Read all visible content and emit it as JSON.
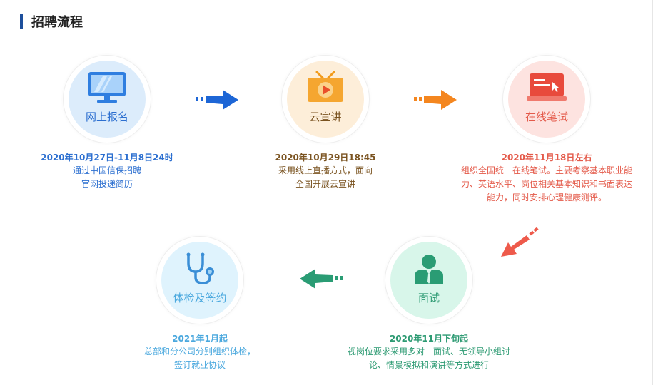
{
  "header": {
    "title": "招聘流程"
  },
  "steps": [
    {
      "label": "网上报名",
      "date": "2020年10月27日-11月8日24时",
      "desc": [
        "通过中国信保招聘",
        "官网投递简历"
      ],
      "color": "#2c6fd0",
      "bg": "#dcecfb"
    },
    {
      "label": "云宣讲",
      "date": "2020年10月29日18:45",
      "desc": [
        "采用线上直播方式，面向",
        "全国开展云宣讲"
      ],
      "color": "#7a5320",
      "bg": "#fdeed9"
    },
    {
      "label": "在线笔试",
      "date": "2020年11月18日左右",
      "desc": [
        "组织全国统一在线笔试。主要考察基本职业能",
        "力、英语水平、岗位相关基本知识和书面表达",
        "能力，同时安排心理健康测评。"
      ],
      "color": "#e45a4a",
      "bg": "#fde3e0"
    },
    {
      "label": "面试",
      "date": "2020年11月下旬起",
      "desc": [
        "视岗位要求采用多对一面试、无领导小组讨",
        "论、情景模拟和演讲等方式进行"
      ],
      "color": "#2c9a72",
      "bg": "#d8f6ea"
    },
    {
      "label": "体检及签约",
      "date": "2021年1月起",
      "desc": [
        "总部和分公司分别组织体检，",
        "签订就业协议"
      ],
      "color": "#4aa8de",
      "bg": "#dff3fd"
    }
  ],
  "colors": {
    "blue": "#1d66d6",
    "orange": "#f4861f",
    "red": "#ee5a4b",
    "green": "#2a9c74"
  }
}
